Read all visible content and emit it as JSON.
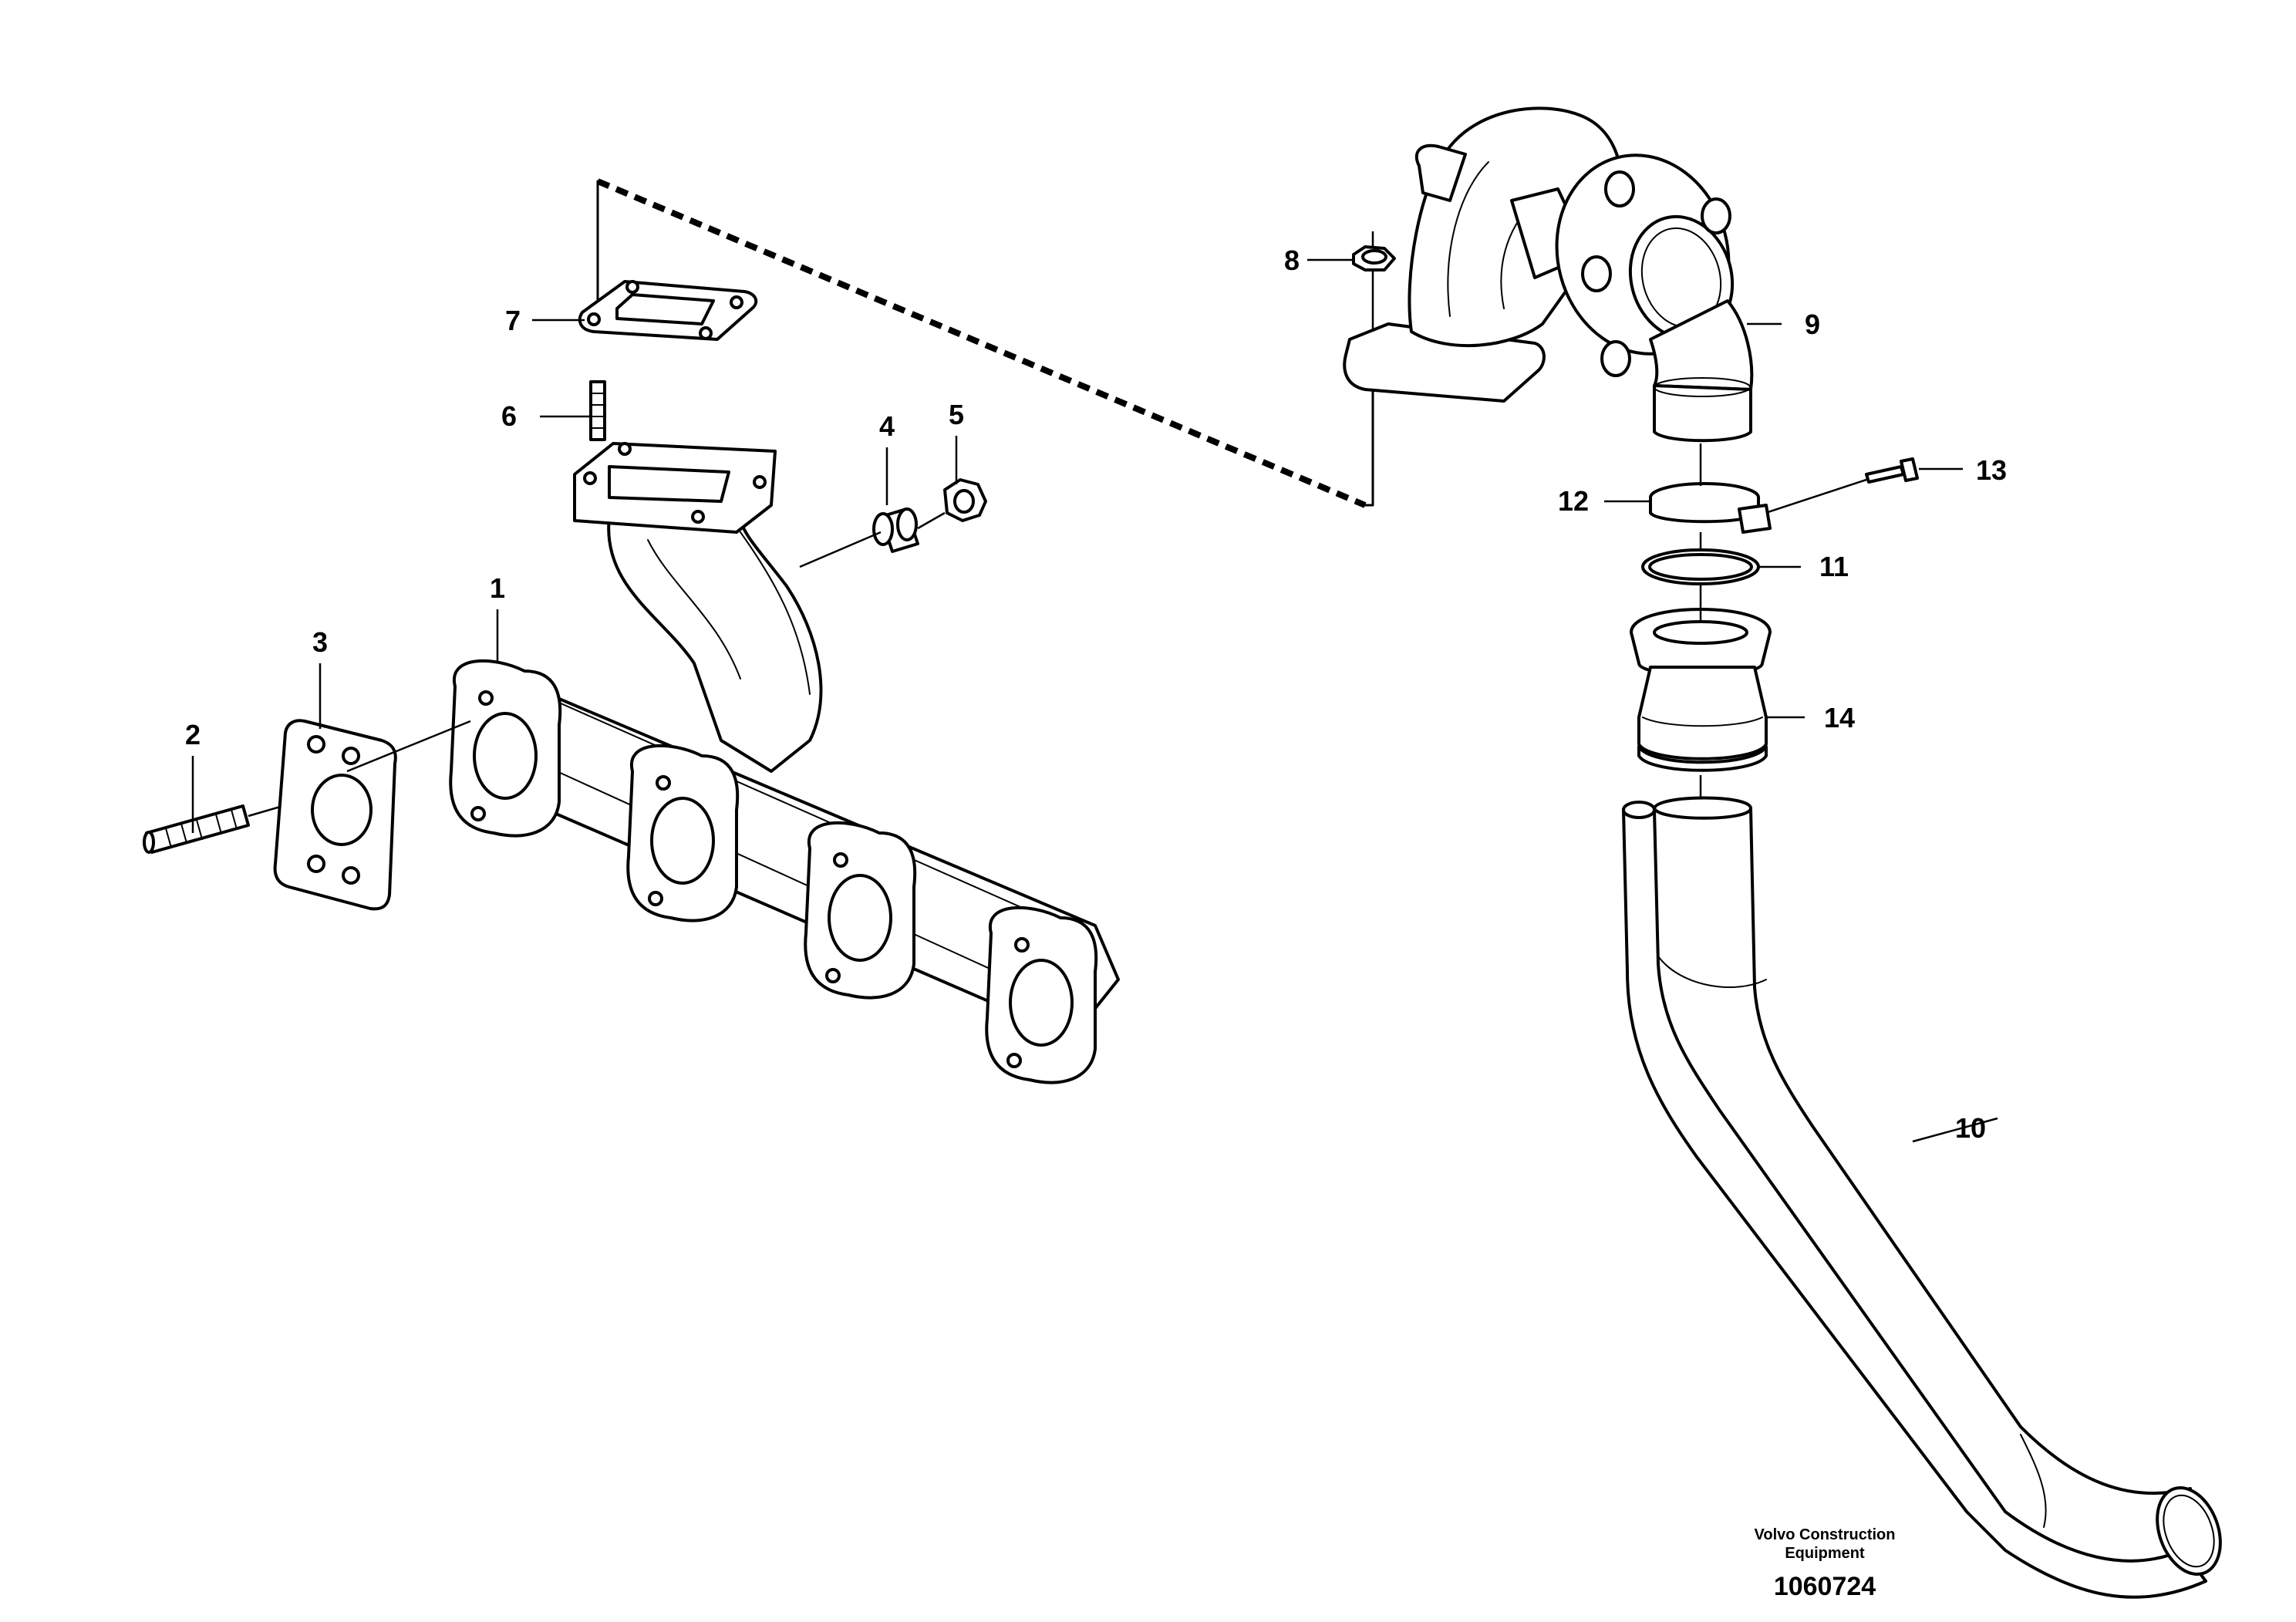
{
  "diagram": {
    "part_labels": [
      "1",
      "2",
      "3",
      "4",
      "5",
      "6",
      "7",
      "8",
      "9",
      "10",
      "11",
      "12",
      "13",
      "14"
    ],
    "caption_company_line1": "Volvo Construction",
    "caption_company_line2": "Equipment",
    "figure_number": "1060724"
  }
}
